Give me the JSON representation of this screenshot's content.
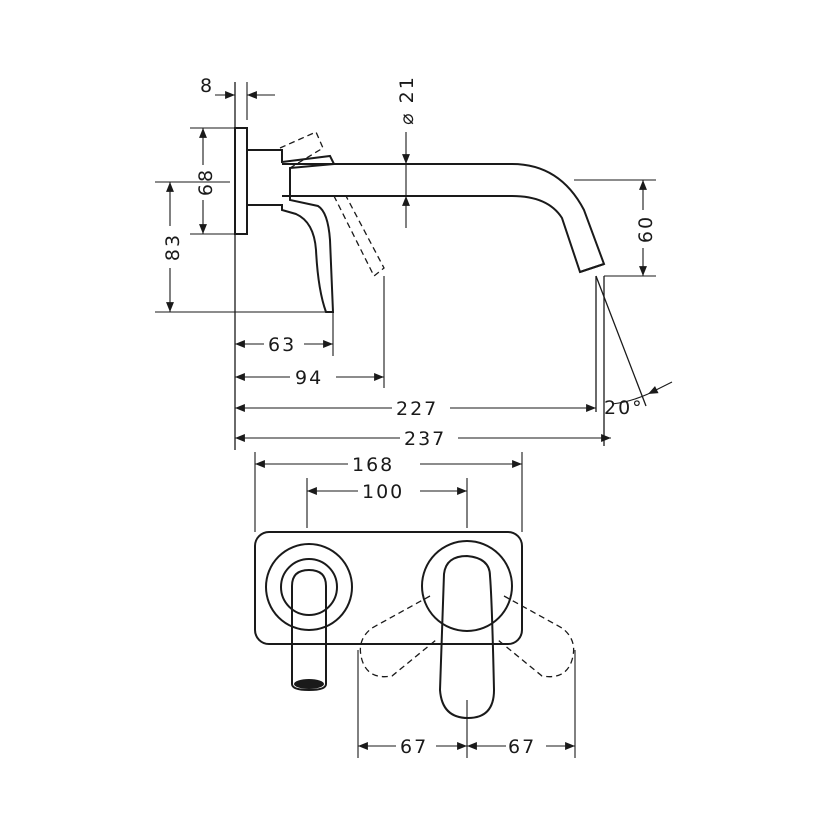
{
  "side_view": {
    "dimensions": {
      "plate_thickness": "8",
      "plate_height": "68",
      "total_height": "83",
      "pipe_diameter": "⌀ 21",
      "outlet_height": "60",
      "handle_depth": "63",
      "handle_swing_depth": "94",
      "spout_reach_inner": "227",
      "spout_reach_total": "237",
      "spray_angle": "20°"
    }
  },
  "front_view": {
    "dimensions": {
      "plate_width": "168",
      "centers_distance": "100",
      "handle_swing_left": "67",
      "handle_swing_right": "67"
    }
  },
  "colors": {
    "line": "#1a1a1a",
    "background": "#ffffff"
  }
}
